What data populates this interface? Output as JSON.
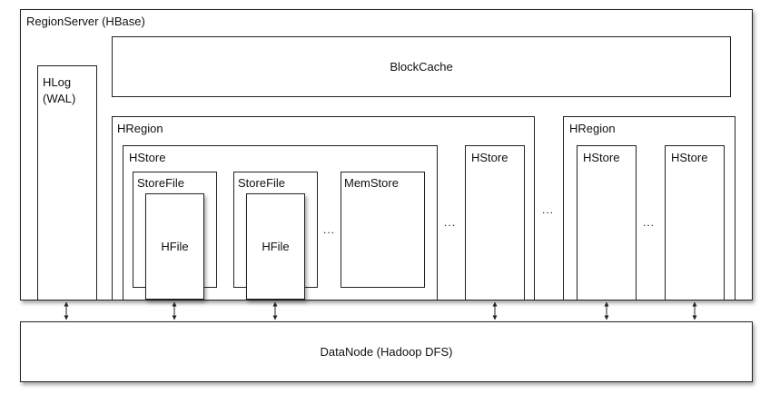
{
  "region_server": {
    "label": "RegionServer (HBase)"
  },
  "block_cache": {
    "label": "BlockCache"
  },
  "hlog": {
    "label": "HLog\n(WAL)"
  },
  "hregion_1": {
    "label": "HRegion",
    "hstore_main": {
      "label": "HStore",
      "storefile_1": {
        "label": "StoreFile",
        "hfile": "HFile"
      },
      "storefile_2": {
        "label": "StoreFile",
        "hfile": "HFile"
      },
      "memstore": "MemStore",
      "ellipsis": "..."
    },
    "hstore_second": {
      "label": "HStore"
    },
    "ellipsis": "..."
  },
  "between_regions_ellipsis": "...",
  "hregion_2": {
    "label": "HRegion",
    "hstore_a": {
      "label": "HStore"
    },
    "hstore_b": {
      "label": "HStore"
    },
    "ellipsis": "..."
  },
  "datanode": {
    "label": "DataNode (Hadoop DFS)"
  }
}
